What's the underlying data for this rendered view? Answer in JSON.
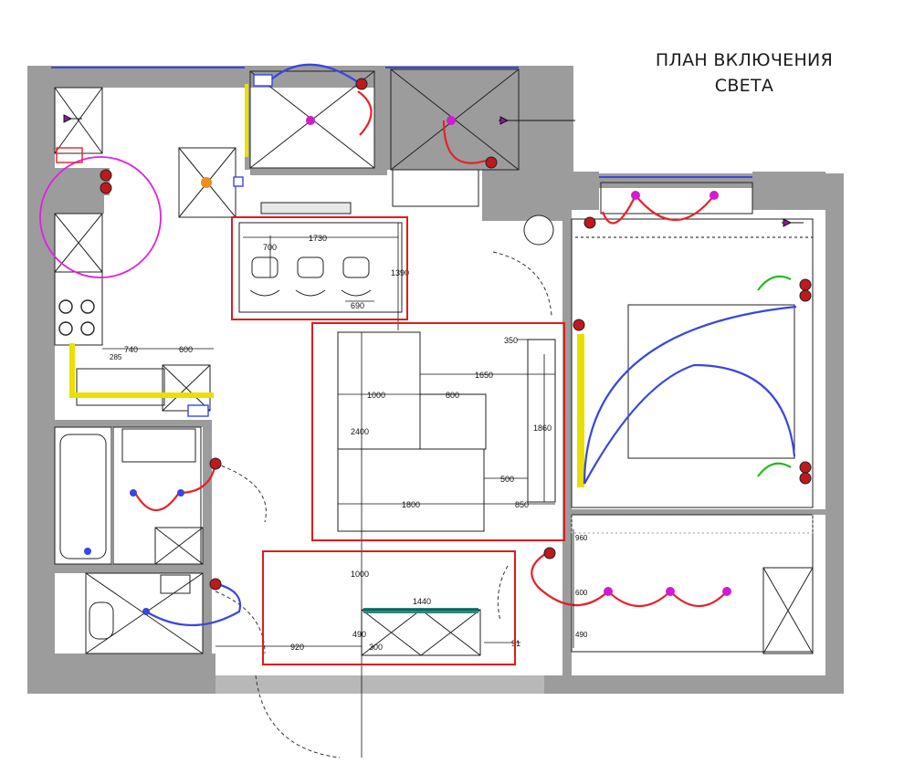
{
  "title": {
    "line1": "ПЛАН ВКЛЮЧЕНИЯ",
    "line2": "СВЕТА"
  },
  "colors": {
    "wall": "#9c9c9c",
    "highlight_box": "#e01c1c",
    "switch": "#c0181c",
    "fixture": "#d21ad2",
    "wire_red": "#e8202a",
    "wire_blue": "#3a46e0",
    "wire_magenta": "#e020e0",
    "wire_green": "#22bb22",
    "led_strip": "#e8e000"
  },
  "dimensions": {
    "bar_width": "1730",
    "bar_depth": "700",
    "bar_height": "1390",
    "bar_stool": "690",
    "kitchen_a": "740",
    "kitchen_b": "600",
    "kitchen_c": "285",
    "living_350": "350",
    "living_1650": "1650",
    "living_1000": "1000",
    "living_800": "800",
    "living_2400": "2400",
    "living_1860": "1860",
    "living_500": "500",
    "living_1800": "1800",
    "living_850": "850",
    "hall_1000": "1000",
    "hall_1440": "1440",
    "hall_490": "490",
    "hall_920": "920",
    "hall_300": "300",
    "hall_91": "91",
    "bedroom_960": "960",
    "bedroom_600": "600",
    "bedroom_490": "490"
  }
}
